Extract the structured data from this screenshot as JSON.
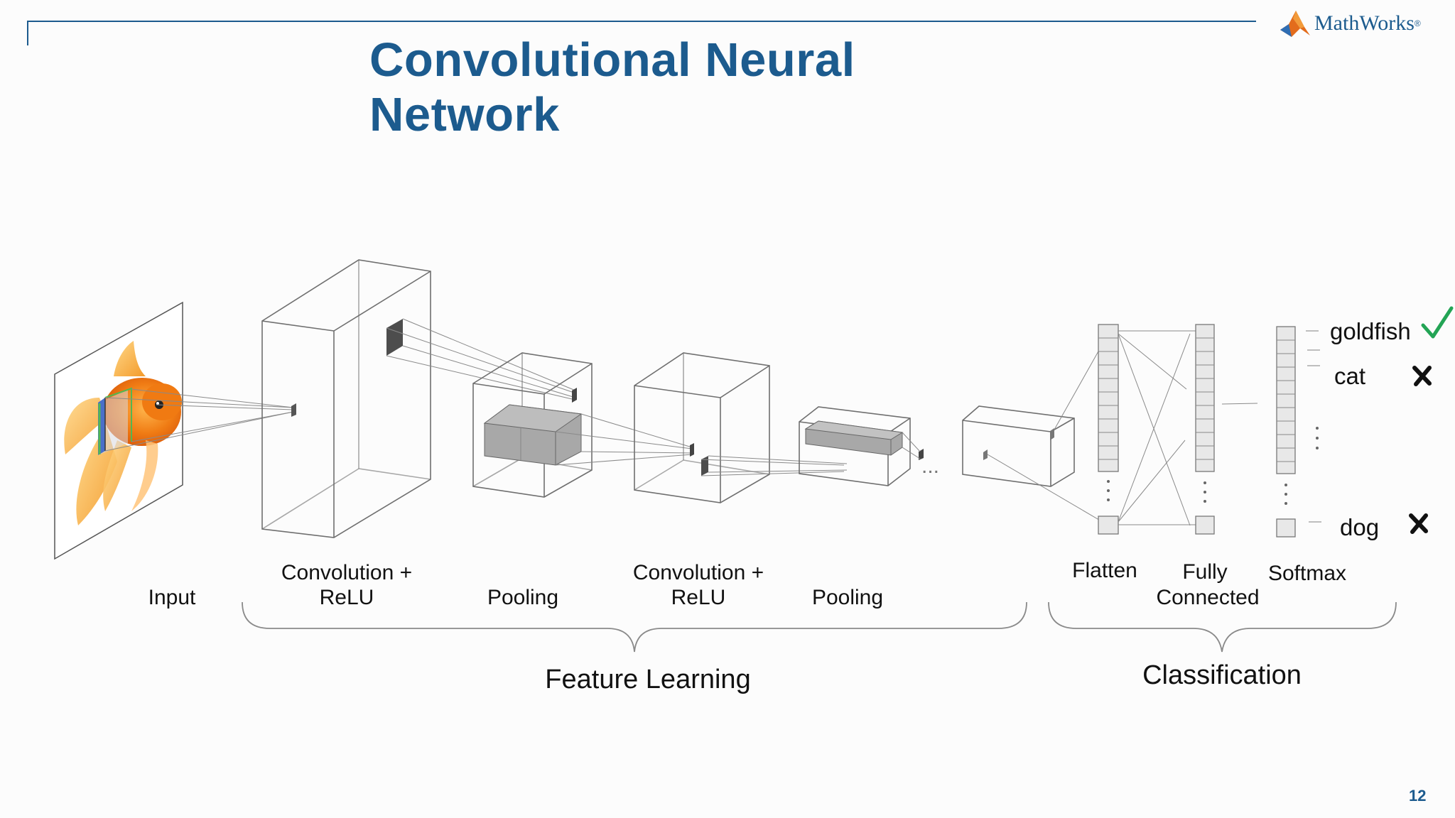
{
  "slide": {
    "title": "Convolutional Neural Network",
    "logo_text": "MathWorks",
    "logo_mark": "®",
    "page_number": "12"
  },
  "stages": {
    "input": "Input",
    "conv1_line1": "Convolution +",
    "conv1_line2": "ReLU",
    "pool1": "Pooling",
    "conv2_line1": "Convolution +",
    "conv2_line2": "ReLU",
    "pool2": "Pooling",
    "flatten": "Flatten",
    "fc_line1": "Fully",
    "fc_line2": "Connected",
    "softmax": "Softmax",
    "ellipsis": "..."
  },
  "groups": {
    "feature_learning": "Feature Learning",
    "classification": "Classification"
  },
  "outputs": [
    {
      "label": "goldfish",
      "result": "correct",
      "symbol": "✓",
      "color": "#23a455"
    },
    {
      "label": "cat",
      "result": "incorrect",
      "symbol": "✘",
      "color": "#111111"
    },
    {
      "label": "dog",
      "result": "incorrect",
      "symbol": "✘",
      "color": "#111111"
    }
  ],
  "colors": {
    "title": "#1c5b8e",
    "lines": "#7a7a7a",
    "fish_orange": "#f08a1c",
    "filter_blue": "#4a6fc9",
    "filter_green": "#52b752"
  },
  "icons": {
    "logo": "matlab-membrane-icon",
    "correct": "checkmark-icon",
    "incorrect": "cross-icon"
  }
}
